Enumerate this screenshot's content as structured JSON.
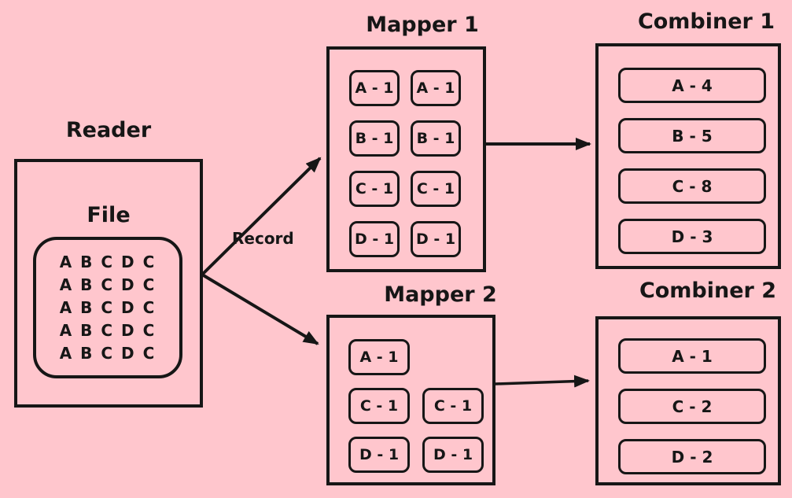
{
  "colors": {
    "background": "#ffc6cd",
    "line": "#161616"
  },
  "reader": {
    "title": "Reader",
    "file": {
      "label": "File",
      "lines": [
        "A B C D C",
        "A B C D C",
        "A B C D C",
        "A B C D C",
        "A B C D C"
      ]
    }
  },
  "record_label": "Record",
  "mapper1": {
    "title": "Mapper 1",
    "cells": [
      "A - 1",
      "A - 1",
      "B - 1",
      "B - 1",
      "C - 1",
      "C - 1",
      "D - 1",
      "D - 1"
    ]
  },
  "mapper2": {
    "title": "Mapper 2",
    "cells": [
      "A - 1",
      "C - 1",
      "C - 1",
      "D - 1",
      "D - 1"
    ]
  },
  "combiner1": {
    "title": "Combiner 1",
    "cells": [
      "A - 4",
      "B - 5",
      "C - 8",
      "D - 3"
    ]
  },
  "combiner2": {
    "title": "Combiner 2",
    "cells": [
      "A - 1",
      "C - 2",
      "D - 2"
    ]
  }
}
